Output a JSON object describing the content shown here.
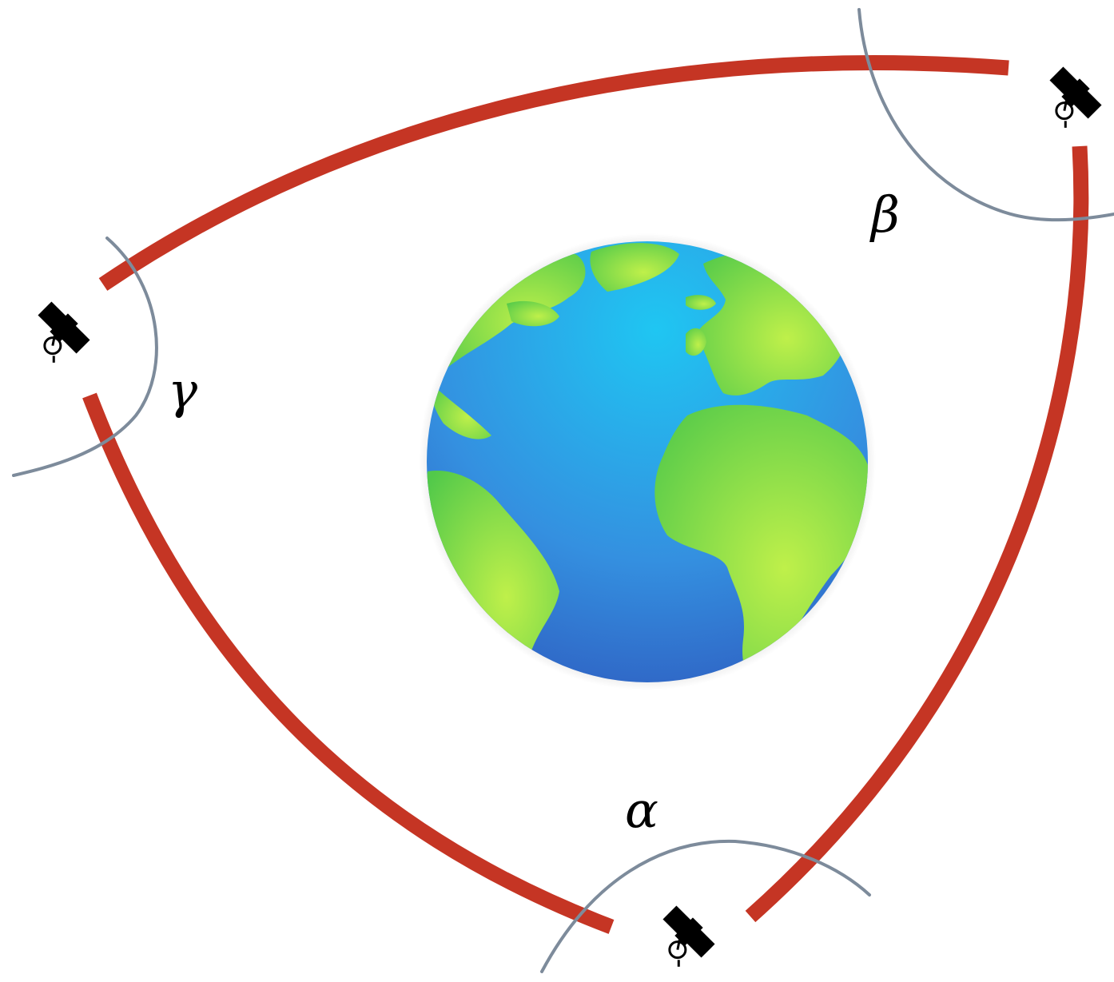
{
  "labels": {
    "alpha": "α",
    "beta": "β",
    "gamma": "γ"
  },
  "colors": {
    "orbit_arc": "#c53524",
    "angle_arc": "#7d8b9b",
    "ocean_light": "#1fb4ec",
    "ocean_dark": "#2e5cbf",
    "land_light": "#b6ef4a",
    "land_dark": "#4ccc4a",
    "satellite": "#000000"
  },
  "icons": {
    "center": "earth-globe-icon",
    "vertices": "satellite-icon"
  }
}
